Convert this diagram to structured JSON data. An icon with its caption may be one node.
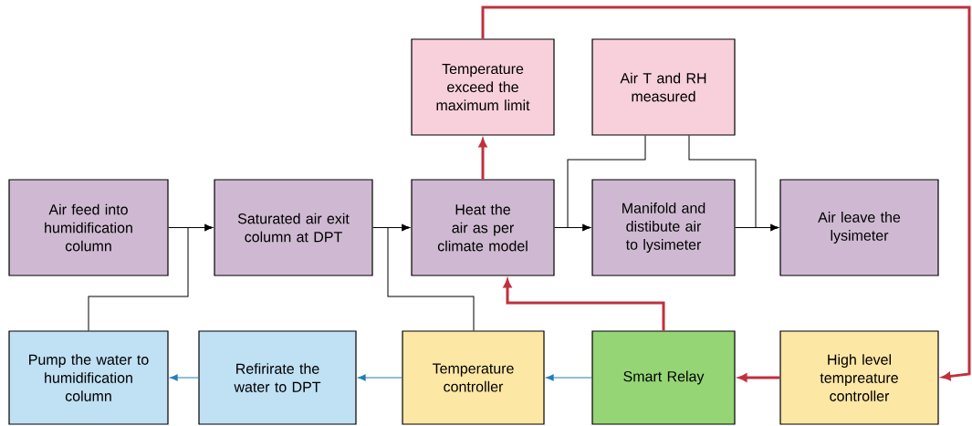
{
  "diagram": {
    "nodes": [
      {
        "text": [
          "Air feed into humidification column"
        ]
      },
      {
        "text": [
          "Saturated air exit column at DPT"
        ]
      },
      {
        "text": [
          "Heat the air as per climate model"
        ]
      },
      {
        "text": [
          "Temperature exceed the maximum limit"
        ]
      },
      {
        "text": [
          "Air T and RH measured"
        ]
      },
      {
        "text": [
          "Manifold and distibute air to lysimeter"
        ]
      },
      {
        "text": [
          "Air leave the lysimeter"
        ]
      },
      {
        "text": [
          "Pump the water to humidification column"
        ]
      },
      {
        "text": [
          "Refirirate the water to DPT"
        ]
      },
      {
        "text": [
          "Temperature controller"
        ]
      },
      {
        "text": [
          "Smart Relay"
        ]
      },
      {
        "text": [
          "High level tempreature controller"
        ]
      }
    ],
    "edges": [
      {
        "from": 0,
        "to": 1,
        "arrow": "to"
      },
      {
        "from": 7,
        "to": 1,
        "arrow": "to"
      },
      {
        "from": 1,
        "to": 2,
        "arrow": "to"
      },
      {
        "from": 9,
        "to": 2,
        "arrow": "to"
      },
      {
        "from": 2,
        "to": 3,
        "arrow": "to",
        "style": "thick",
        "color": "#c0303d"
      },
      {
        "from": 3,
        "to": 11,
        "arrow": "to",
        "style": "thick",
        "color": "#c0303d"
      },
      {
        "from": 2,
        "to": 5,
        "arrow": "to"
      },
      {
        "from": 4,
        "to": 5,
        "arrow": "to"
      },
      {
        "from": 4,
        "to": 6,
        "arrow": "to"
      },
      {
        "from": 5,
        "to": 6,
        "arrow": "to"
      },
      {
        "from": 10,
        "to": 2,
        "arrow": "to",
        "style": "thick",
        "color": "#c0303d"
      },
      {
        "from": 11,
        "to": 10,
        "arrow": "to",
        "style": "thick",
        "color": "#c0303d"
      },
      {
        "from": 10,
        "to": 9,
        "arrow": "to",
        "color": "#1f7eb8"
      },
      {
        "from": 9,
        "to": 8,
        "arrow": "to",
        "color": "#1f7eb8"
      },
      {
        "from": 8,
        "to": 7,
        "arrow": "to",
        "color": "#1f7eb8"
      }
    ]
  }
}
